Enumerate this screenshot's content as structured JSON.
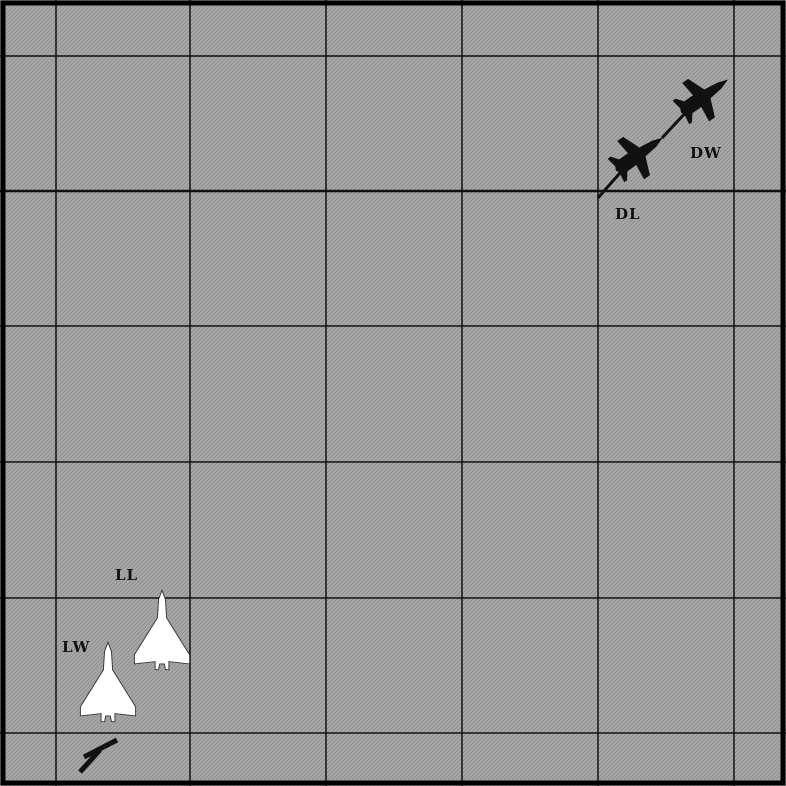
{
  "board": {
    "background_color": "#a9a9a9",
    "hatch_color": "#8f8f8f",
    "grid_color": "#111111",
    "border_color": "#000000",
    "columns": 6,
    "rows": 6,
    "partial_edge_cells": true
  },
  "units": [
    {
      "id": "LL",
      "label": "LL",
      "side": "light",
      "color": "#ffffff",
      "icon": "fighter-jet-icon",
      "heading": "north"
    },
    {
      "id": "LW",
      "label": "LW",
      "side": "light",
      "color": "#ffffff",
      "icon": "fighter-jet-icon",
      "heading": "north"
    },
    {
      "id": "DL",
      "label": "DL",
      "side": "dark",
      "color": "#111111",
      "icon": "fighter-jet-icon",
      "heading": "east"
    },
    {
      "id": "DW",
      "label": "DW",
      "side": "dark",
      "color": "#111111",
      "icon": "fighter-jet-icon",
      "heading": "east"
    }
  ],
  "markers": [
    {
      "id": "ground-marker",
      "icon": "slash-marker-icon",
      "color": "#111111"
    }
  ]
}
